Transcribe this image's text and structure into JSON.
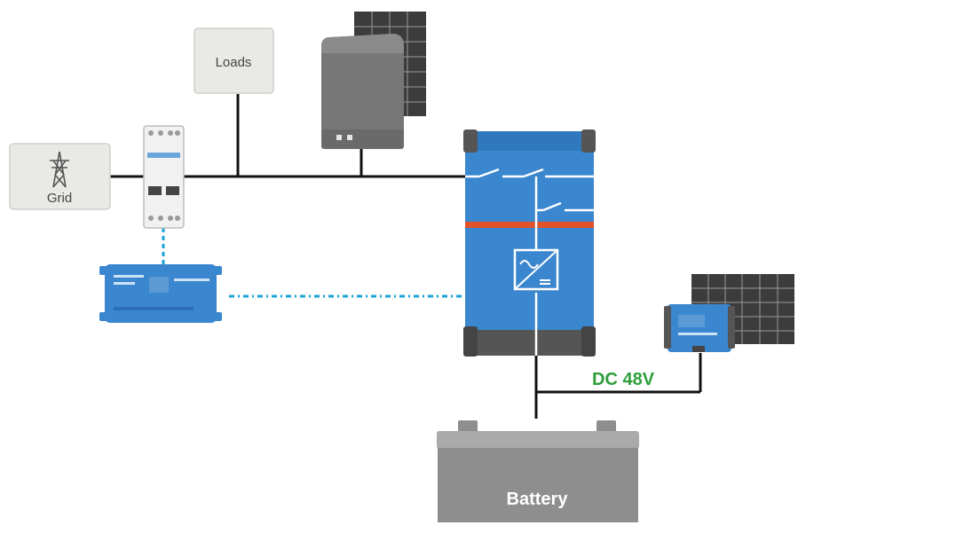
{
  "diagram": {
    "grid": {
      "label": "Grid",
      "icon": "transmission-tower-icon"
    },
    "loads": {
      "label": "Loads"
    },
    "battery": {
      "label": "Battery"
    },
    "dc_bus": {
      "label": "DC 48V",
      "color": "#2e9e3a"
    },
    "energy_meter": {
      "icon": "energy-meter-icon"
    },
    "gx_device": {
      "icon": "gx-controller-icon"
    },
    "pv_inverter": {
      "icon": "pv-inverter-icon"
    },
    "inverter_charger": {
      "icon": "inverter-charger-icon"
    },
    "mppt": {
      "icon": "mppt-charge-controller-icon"
    },
    "colors": {
      "wire": "#111111",
      "comm": "#1aa3d6",
      "victron_blue": "#3a86cf",
      "accent_orange": "#e0522a",
      "solar_panel": "#3c3c3c",
      "box_fill": "#e9e9e6",
      "battery_fill": "#8e8e8e"
    }
  }
}
